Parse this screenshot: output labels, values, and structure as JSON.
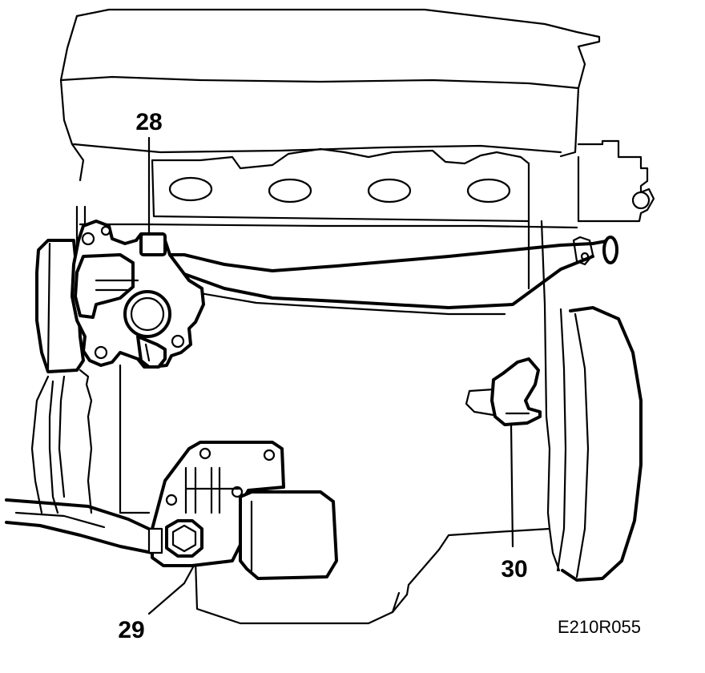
{
  "diagram": {
    "callouts": [
      {
        "id": "28",
        "label": "28",
        "part": "upper"
      },
      {
        "id": "29",
        "label": "29",
        "part": "lower-left"
      },
      {
        "id": "30",
        "label": "30",
        "part": "right"
      }
    ],
    "reference_code": "E210R055"
  }
}
